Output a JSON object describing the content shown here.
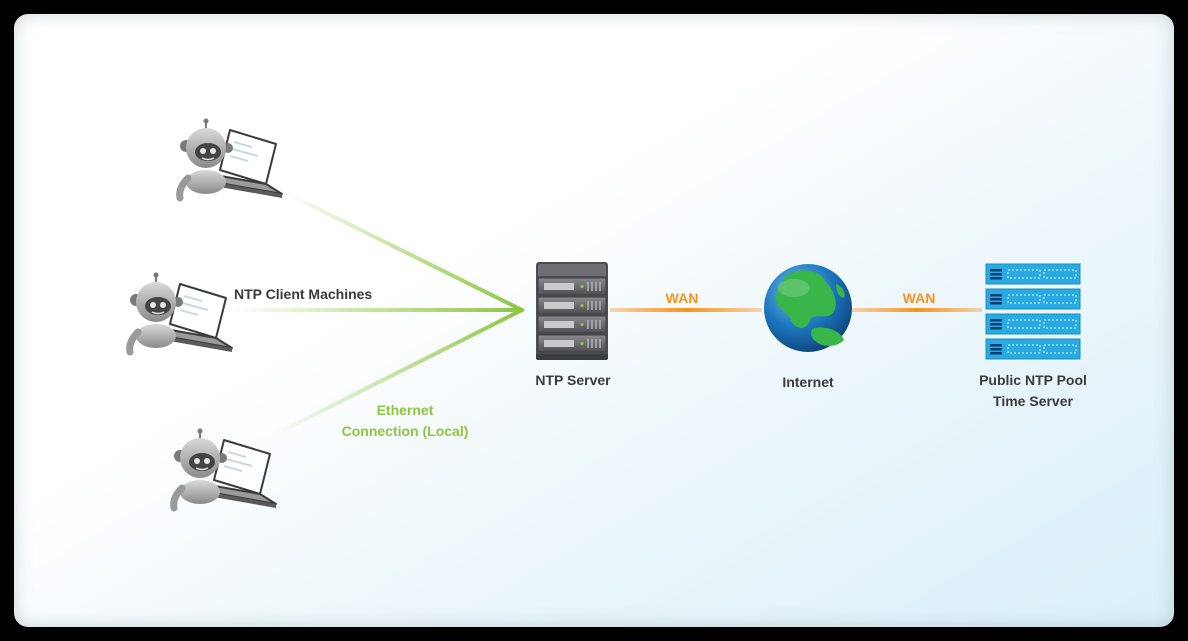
{
  "labels": {
    "clients": "NTP Client Machines",
    "ethernet_line1": "Ethernet",
    "ethernet_line2": "Connection (Local)",
    "ntp_server": "NTP Server",
    "wan_left": "WAN",
    "wan_right": "WAN",
    "internet": "Internet",
    "pool_line1": "Public NTP Pool",
    "pool_line2": "Time Server"
  },
  "colors": {
    "local_link": "#8dc63f",
    "wan_link": "#f7941d",
    "server_body": "#6d6e71",
    "pool_server": "#29abe2",
    "globe_ocean": "#1b75bc",
    "globe_land": "#39b54a",
    "label_text": "#3a3a3a"
  },
  "icons": {
    "client": "robot-laptop-icon",
    "server": "server-rack-icon",
    "internet": "globe-icon",
    "pool": "blue-server-rack-icon"
  }
}
